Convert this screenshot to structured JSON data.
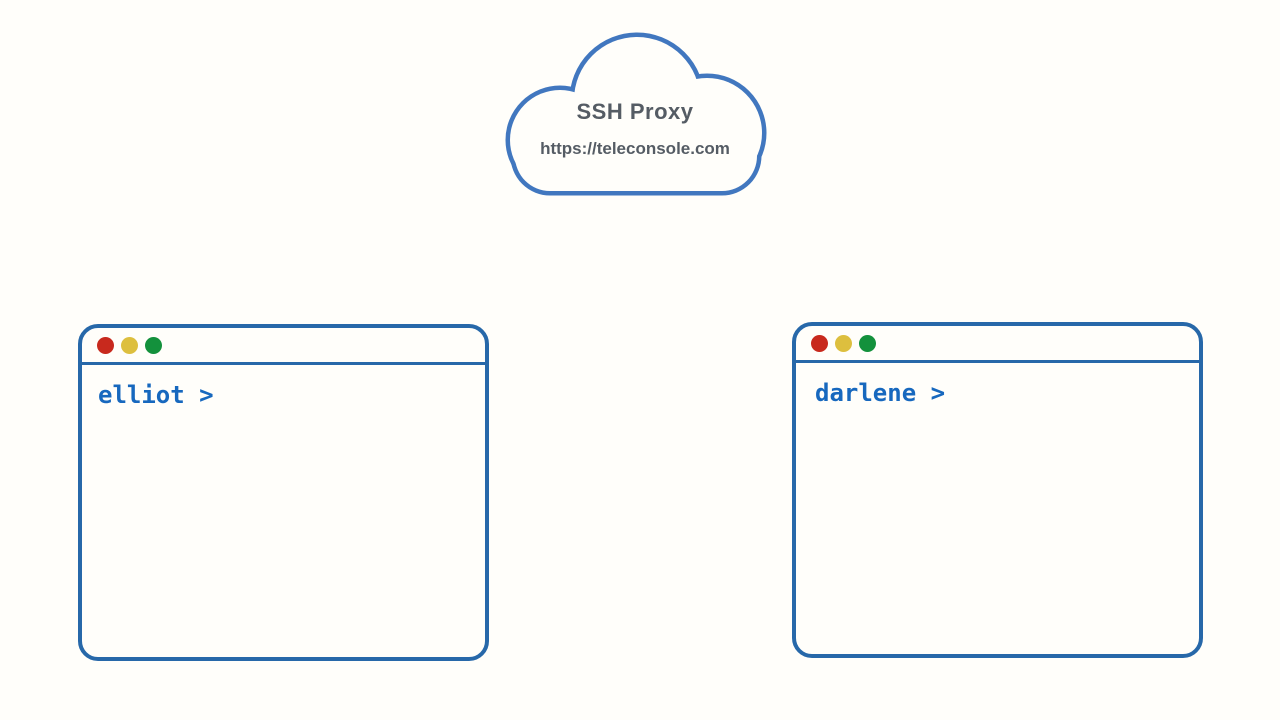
{
  "diagram": {
    "cloud": {
      "title": "SSH Proxy",
      "url": "https://teleconsole.com"
    },
    "terminals": [
      {
        "id": "elliot",
        "prompt": "elliot >"
      },
      {
        "id": "darlene",
        "prompt": "darlene >"
      }
    ]
  },
  "icons": {
    "window_dots": [
      "red-dot-icon",
      "yellow-dot-icon",
      "green-dot-icon"
    ]
  },
  "colors": {
    "background": "#fffefa",
    "cloud_stroke": "#4177bf",
    "terminal_border": "#2768a9",
    "cloud_text": "#555c64",
    "prompt_text": "#1768be",
    "dot_red": "#c8291d",
    "dot_yellow": "#ddbf3e",
    "dot_green": "#13913c"
  }
}
